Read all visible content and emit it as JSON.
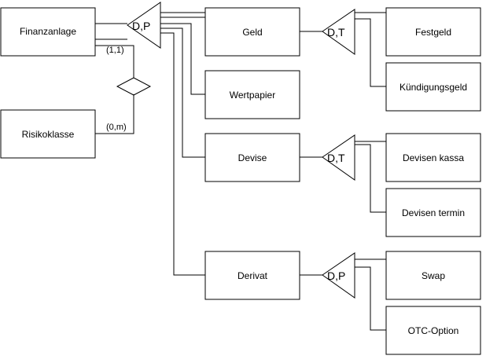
{
  "entities": {
    "finanzanlage": "Finanzanlage",
    "risikoklasse": "Risikoklasse",
    "geld": "Geld",
    "wertpapier": "Wertpapier",
    "devise": "Devise",
    "derivat": "Derivat",
    "festgeld": "Festgeld",
    "kuendigungsgeld": "Kündigungsgeld",
    "devisen_kassa": "Devisen kassa",
    "devisen_termin": "Devisen termin",
    "swap": "Swap",
    "otc_option": "OTC-Option"
  },
  "generalizations": {
    "finanzanlage": "D,P",
    "geld": "D,T",
    "devise": "D,T",
    "derivat": "D,P"
  },
  "relationship": {
    "card_finanzanlage": "(1,1)",
    "card_risikoklasse": "(0,m)"
  }
}
